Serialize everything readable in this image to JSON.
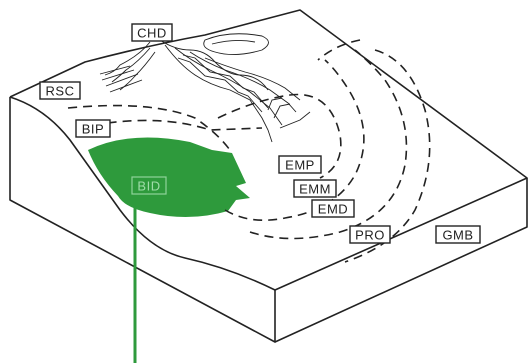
{
  "colors": {
    "highlight": "#2e9a3c",
    "outline": "#222222",
    "background": "#ffffff"
  },
  "labels": {
    "chd": "CHD",
    "rsc": "RSC",
    "bip": "BIP",
    "bid": "BID",
    "emp": "EMP",
    "emm": "EMM",
    "emd": "EMD",
    "pro": "PRO",
    "gmb": "GMB"
  }
}
